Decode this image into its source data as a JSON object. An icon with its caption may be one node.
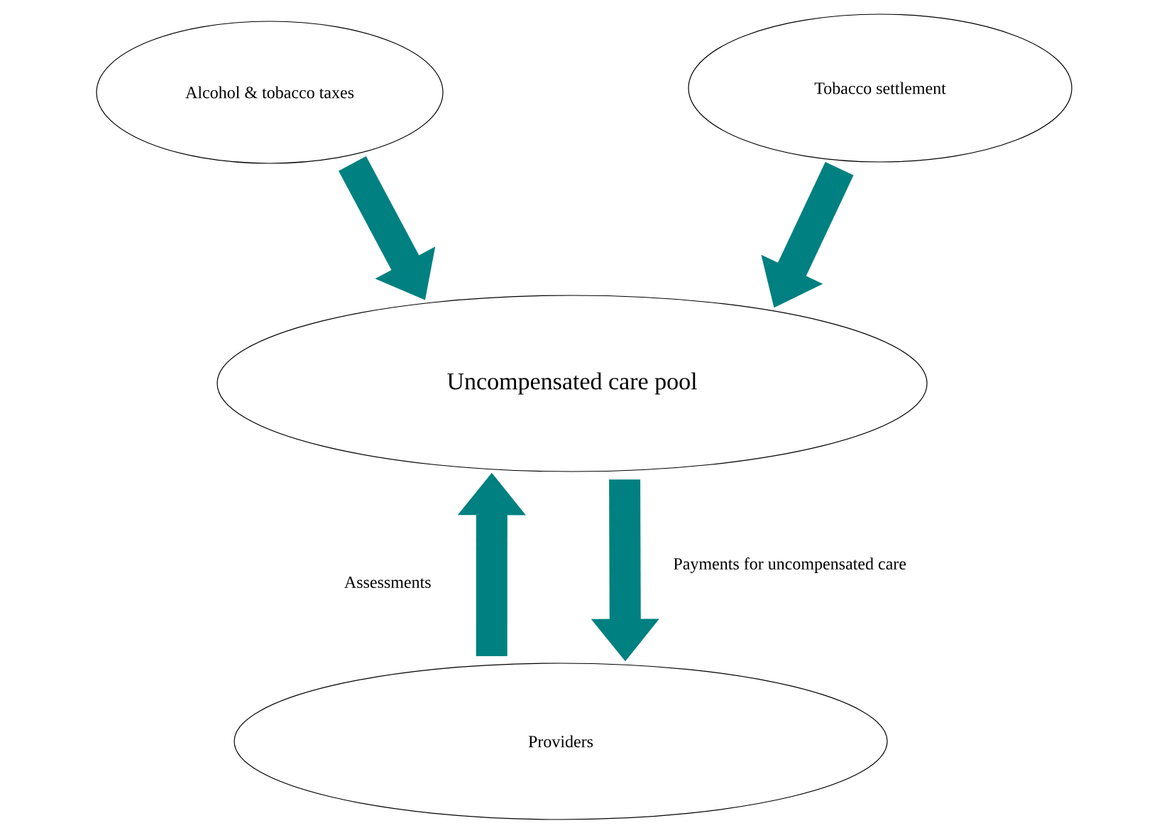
{
  "diagram": {
    "nodes": [
      {
        "text": [
          "Alcohol & tobacco taxes"
        ]
      },
      {
        "text": [
          "Tobacco settlement"
        ]
      },
      {
        "text": [
          "Uncompensated care pool"
        ]
      },
      {
        "text": [
          "Providers"
        ]
      }
    ],
    "edges": [
      {
        "from": 0,
        "to": 2,
        "arrow": "to"
      },
      {
        "from": 1,
        "to": 2,
        "arrow": "to"
      },
      {
        "from": 3,
        "to": 2,
        "arrow": "to",
        "label": "Assessments"
      },
      {
        "from": 2,
        "to": 3,
        "arrow": "to",
        "label": "Payments for uncompensated care"
      }
    ]
  }
}
